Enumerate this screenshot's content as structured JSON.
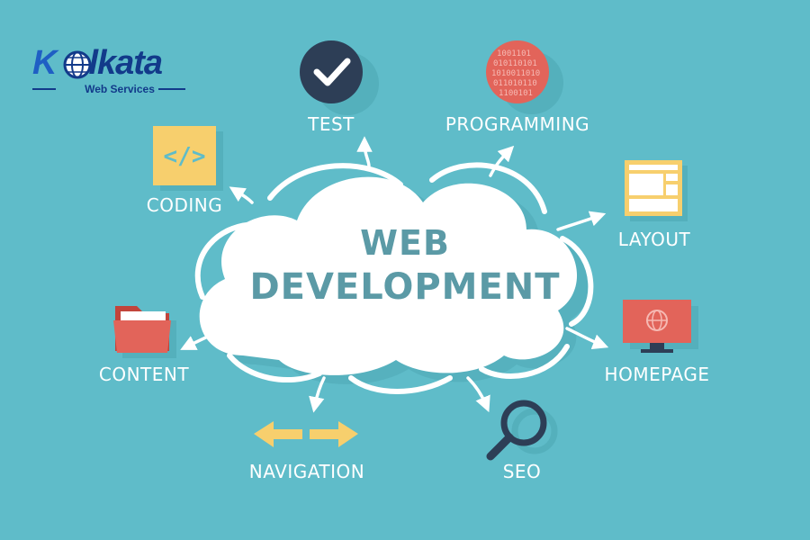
{
  "logo": {
    "letter_k": "K",
    "word_rest": "lkata",
    "subtitle": "Web Services"
  },
  "center": {
    "line1": "WEB",
    "line2": "DEVELOPMENT"
  },
  "nodes": {
    "test": "TEST",
    "programming": "PROGRAMMING",
    "coding": "CODING",
    "layout": "LAYOUT",
    "content": "CONTENT",
    "homepage": "HOMEPAGE",
    "navigation": "NAVIGATION",
    "seo": "SEO"
  },
  "icons": {
    "test": "check-circle-icon",
    "programming": "binary-code-icon",
    "coding": "code-brackets-icon",
    "layout": "page-layout-icon",
    "content": "folder-icon",
    "homepage": "monitor-globe-icon",
    "navigation": "left-right-arrows-icon",
    "seo": "magnifier-icon"
  },
  "colors": {
    "background": "#5fbcc9",
    "cloud": "#ffffff",
    "title": "#5b9aa6",
    "navy": "#2d3e56",
    "red": "#e2645a",
    "yellow": "#f7cf6d",
    "logo_blue": "#123a8a"
  }
}
